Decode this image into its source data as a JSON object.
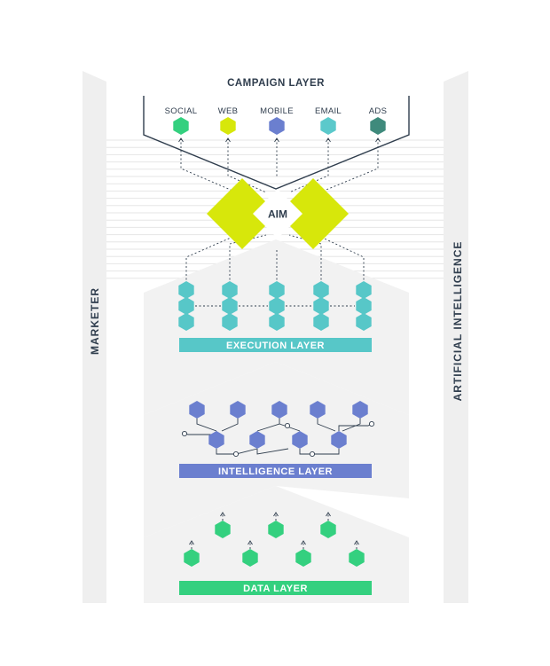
{
  "colors": {
    "social": "#34d07f",
    "web": "#d7e70b",
    "mobile": "#6b7fcf",
    "email": "#5bc9cb",
    "ads": "#3f8a7c",
    "aim": "#d7e70b",
    "execution": "#57c7c8",
    "intelligence": "#6b7fcf",
    "data": "#34d07f",
    "pillar": "#efefef",
    "panel": "#f2f2f2",
    "line": "#2f3d4d"
  },
  "campaign": {
    "title": "CAMPAIGN LAYER",
    "channels": [
      {
        "label": "SOCIAL",
        "color_key": "social"
      },
      {
        "label": "WEB",
        "color_key": "web"
      },
      {
        "label": "MOBILE",
        "color_key": "mobile"
      },
      {
        "label": "EMAIL",
        "color_key": "email"
      },
      {
        "label": "ADS",
        "color_key": "ads"
      }
    ]
  },
  "aim": {
    "label": "AIM"
  },
  "layers": {
    "execution": "EXECUTION LAYER",
    "intelligence": "INTELLIGENCE LAYER",
    "data": "DATA LAYER"
  },
  "pillars": {
    "left": "MARKETER",
    "right": "ARTIFICIAL INTELLIGENCE"
  }
}
